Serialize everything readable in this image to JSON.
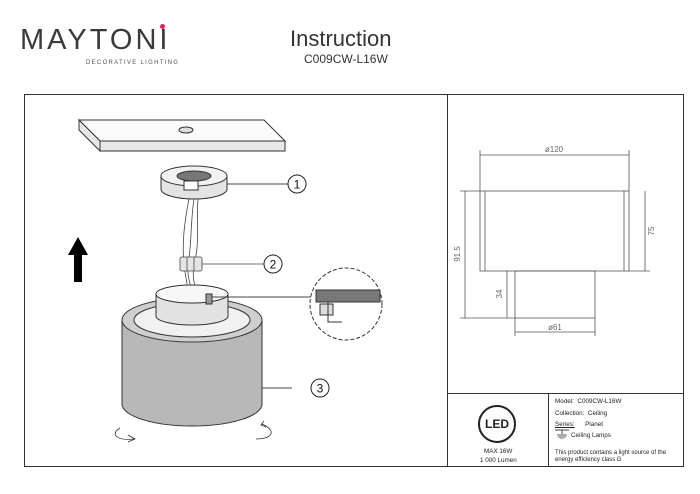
{
  "brand": {
    "name": "MAYTONI",
    "tagline": "DECORATIVE LIGHTING"
  },
  "header": {
    "title": "Instruction",
    "model_code": "C009CW-L16W"
  },
  "callouts": [
    "1",
    "2",
    "3"
  ],
  "dimensions": {
    "top_diameter": "ø120",
    "bottom_diameter": "ø61",
    "total_height": "91.5",
    "body_height": "75",
    "lower_height": "34"
  },
  "led_badge": {
    "label": "LED",
    "max_power": "MAX 16W",
    "lumen": "1 000 Lumen"
  },
  "specs": {
    "model_label": "Model:",
    "model_value": "C009CW-L16W",
    "collection_label": "Collection:",
    "collection_value": "Ceiling",
    "series_label": "Series:",
    "series_value": "Planet",
    "type_value": "Ceiling Lamps",
    "energy_note_line1": "This product contains a light source of the",
    "energy_note_line2": "energy efficiency class G"
  },
  "colors": {
    "line": "#333333",
    "accent": "#e91e63",
    "shade": "#b5b5b5"
  }
}
